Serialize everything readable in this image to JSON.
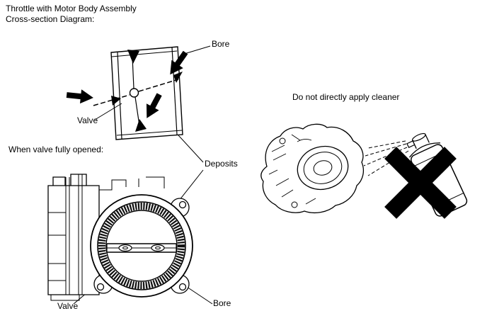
{
  "colors": {
    "ink": "#000000",
    "background": "#ffffff"
  },
  "header": {
    "line1": "Throttle with Motor Body Assembly",
    "line2": "Cross-section Diagram:"
  },
  "cross_section": {
    "bore_label": "Bore",
    "valve_label": "Valve",
    "deposits_label": "Deposits"
  },
  "front_view": {
    "caption": "When valve fully opened:",
    "valve_label": "Valve",
    "bore_label": "Bore"
  },
  "warning": {
    "caption": "Do not directly apply cleaner"
  }
}
